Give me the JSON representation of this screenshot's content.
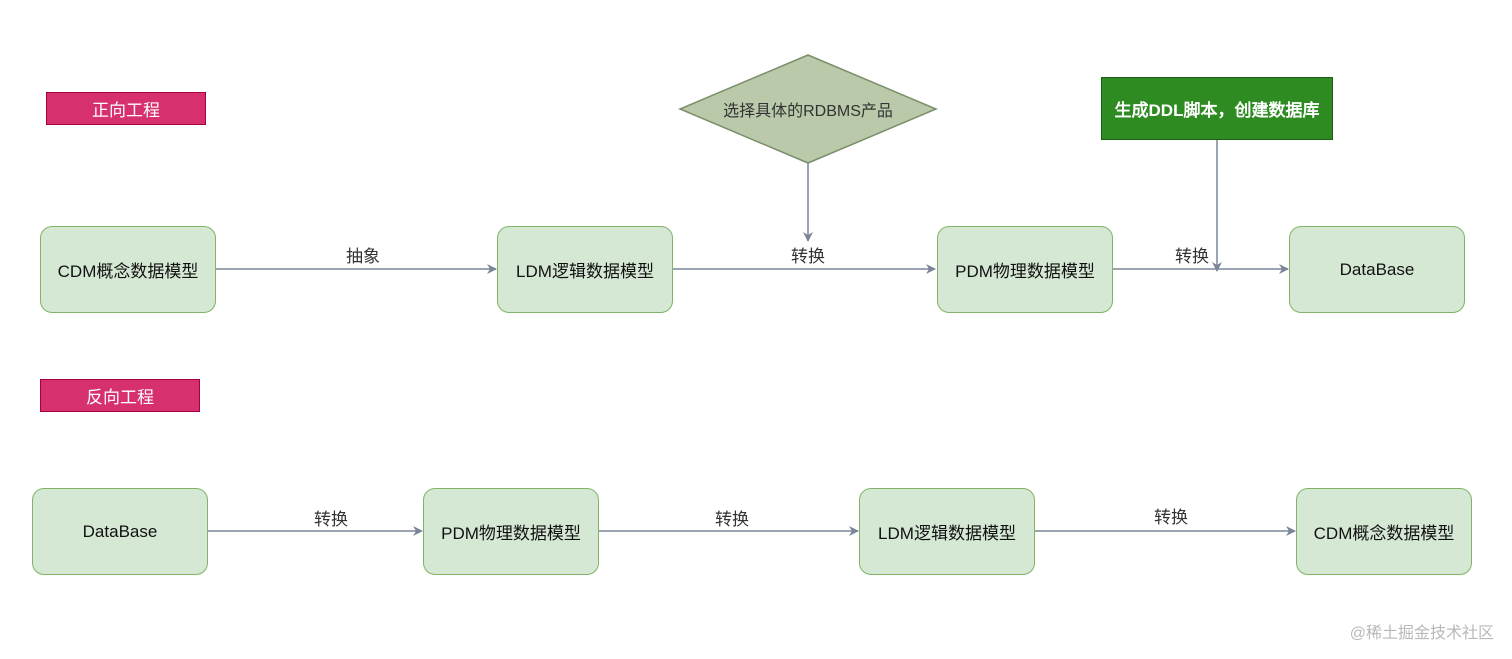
{
  "sections": {
    "forward_label": "正向工程",
    "reverse_label": "反向工程"
  },
  "forward": {
    "nodes": [
      "CDM概念数据模型",
      "LDM逻辑数据模型",
      "PDM物理数据模型",
      "DataBase"
    ],
    "edges": [
      "抽象",
      "转换",
      "转换"
    ],
    "decision": "选择具体的RDBMS产品",
    "ddl_note": "生成DDL脚本，创建数据库"
  },
  "reverse": {
    "nodes": [
      "DataBase",
      "PDM物理数据模型",
      "LDM逻辑数据模型",
      "CDM概念数据模型"
    ],
    "edges": [
      "转换",
      "转换",
      "转换"
    ]
  },
  "watermark": "@稀土掘金技术社区",
  "colors": {
    "node_fill": "#d5e8d4",
    "node_border": "#82b366",
    "tag_fill": "#d6306f",
    "ddl_fill": "#2e8b22",
    "diamond_fill": "#b9c9a9",
    "arrow": "#7a8597"
  }
}
